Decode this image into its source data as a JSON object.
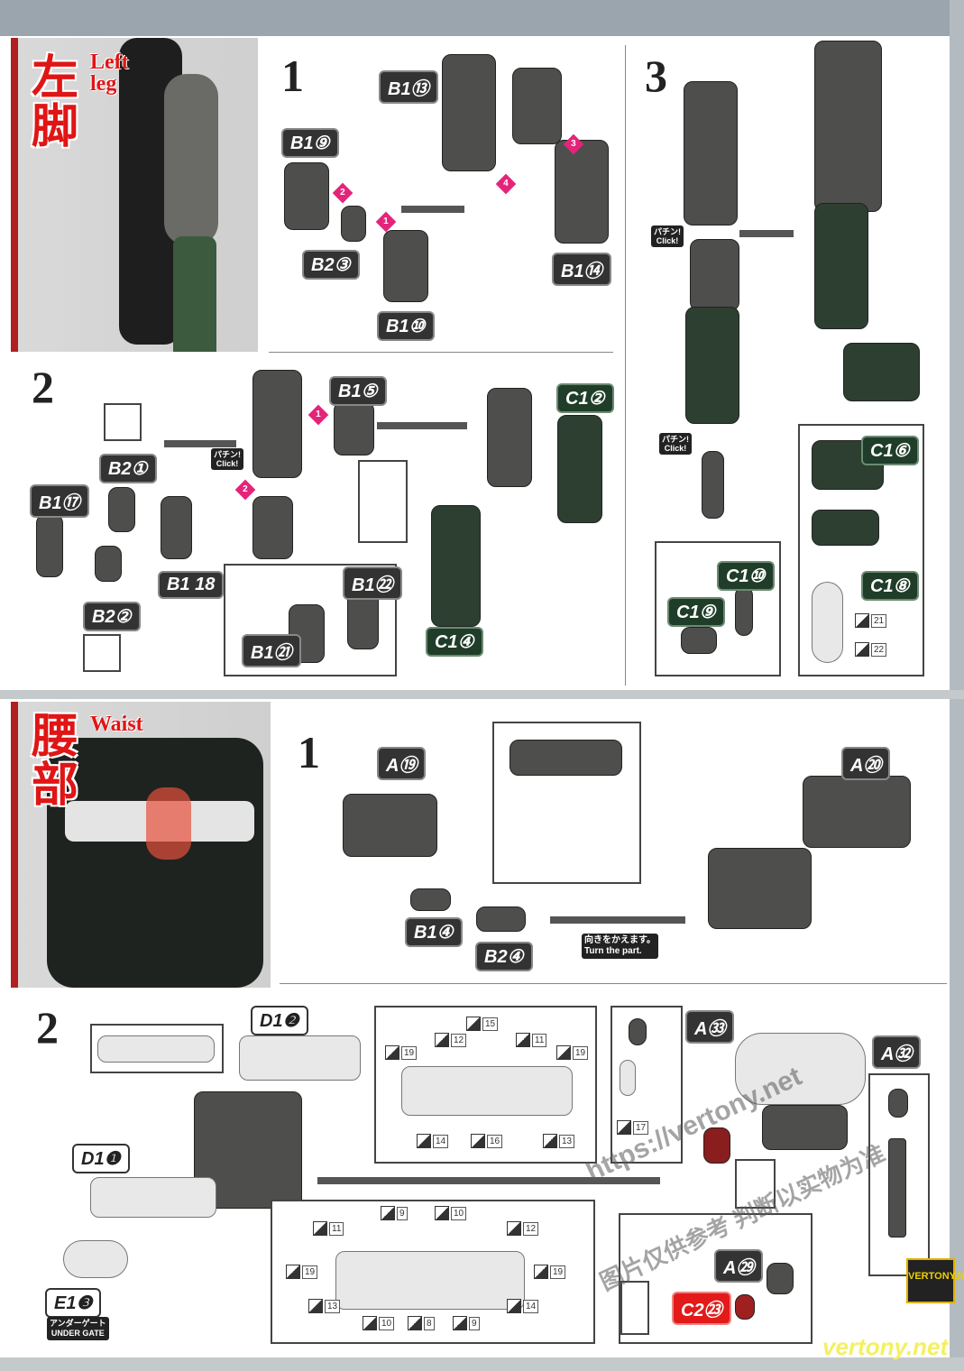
{
  "left_leg": {
    "title_kanji": "左脚",
    "title_en_1": "Left",
    "title_en_2": "leg",
    "step1": {
      "number": "1",
      "parts": [
        "B1⑬",
        "B1⑨",
        "B2③",
        "B1⑩",
        "B1⑭"
      ],
      "order": [
        "1",
        "2",
        "3",
        "4"
      ]
    },
    "step2": {
      "number": "2",
      "parts": [
        "B2①",
        "B1⑰",
        "B1 18",
        "B2②",
        "B1⑤",
        "C1②",
        "C1④",
        "B1㉒",
        "B1㉑"
      ],
      "order": [
        "1",
        "2"
      ]
    },
    "step3": {
      "number": "3",
      "parts": [
        "C1⑥",
        "C1⑩",
        "C1⑨",
        "C1⑧"
      ],
      "stickers": [
        "21",
        "22"
      ]
    },
    "click_jp": "パチン!",
    "click_en": "Click!"
  },
  "waist": {
    "title_kanji": "腰部",
    "title_en": "Waist",
    "step1": {
      "number": "1",
      "parts": [
        "A⑲",
        "A⑳",
        "B1④",
        "B2④"
      ],
      "note_jp": "向きをかえます。",
      "note_en": "Turn the part."
    },
    "step2": {
      "number": "2",
      "parts": [
        "D1❷",
        "D1❶",
        "E1❸",
        "A㉝",
        "A㉜",
        "A㉙",
        "C2㉓"
      ],
      "under_gate_jp": "アンダーゲート",
      "under_gate_en": "UNDER GATE",
      "stickers_top": [
        "15",
        "12",
        "11",
        "19",
        "19",
        "14",
        "16",
        "13"
      ],
      "stickers_bottom": [
        "9",
        "10",
        "11",
        "12",
        "19",
        "19",
        "13",
        "10",
        "8",
        "9",
        "14"
      ],
      "stickers_side": [
        "17"
      ]
    }
  },
  "watermarks": {
    "url": "https://vertony.net",
    "cn": "图片仅供参考 判断以实物为准",
    "logo": "VERTONY.NET",
    "site": "vertony.net"
  }
}
